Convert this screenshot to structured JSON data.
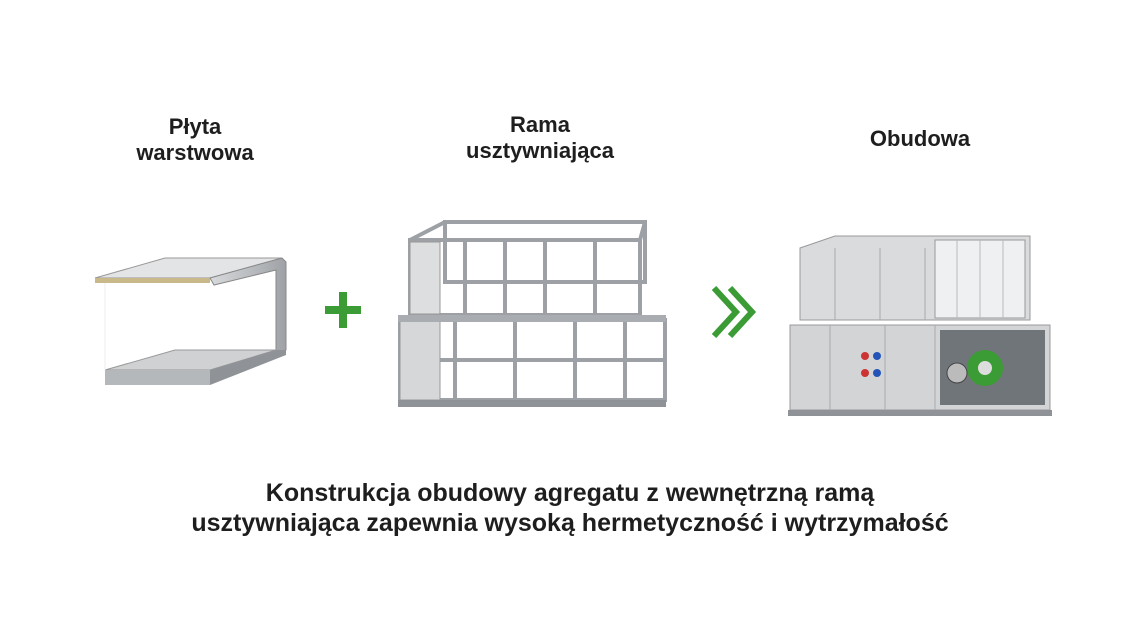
{
  "labels": {
    "panel": [
      "Płyta",
      "warstwowa"
    ],
    "frame": [
      "Rama",
      "usztywniająca"
    ],
    "casing": [
      "Obudowa"
    ]
  },
  "caption": {
    "line1": "Konstrukcja obudowy agregatu z wewnętrzną ramą",
    "line2": "usztywniająca zapewnia wysoką hermetyczność i wytrzymałość"
  },
  "colors": {
    "accent": "#3b9b35",
    "text": "#1e1e1e",
    "metal": "#b8bcc0"
  },
  "icons": [
    "plus-icon",
    "double-chevron-right-icon"
  ]
}
